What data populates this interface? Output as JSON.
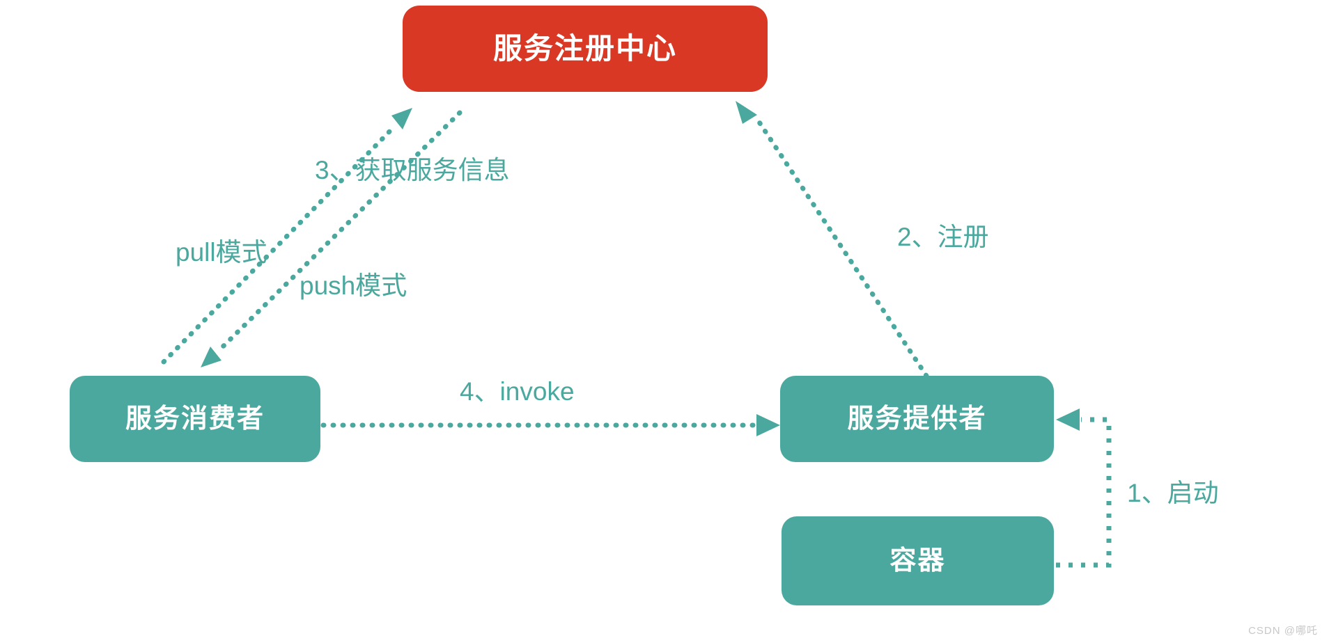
{
  "diagram": {
    "title": "服务注册中心架构图",
    "colors": {
      "registry_red": "#d93825",
      "node_teal": "#4aa89e",
      "edge_teal": "#4aa89e",
      "background": "#ffffff",
      "watermark_gray": "#c8c8c8"
    },
    "nodes": [
      {
        "id": "registry",
        "label": "服务注册中心"
      },
      {
        "id": "consumer",
        "label": "服务消费者"
      },
      {
        "id": "provider",
        "label": "服务提供者"
      },
      {
        "id": "container",
        "label": "容器"
      }
    ],
    "edges": [
      {
        "id": "start",
        "label": "1、启动",
        "from": "container",
        "to": "provider"
      },
      {
        "id": "register",
        "label": "2、注册",
        "from": "provider",
        "to": "registry"
      },
      {
        "id": "get-service",
        "label": "3、获取服务信息",
        "from": "consumer",
        "to": "registry"
      },
      {
        "id": "pull",
        "label": "pull模式",
        "from": "consumer",
        "to": "registry"
      },
      {
        "id": "push",
        "label": "push模式",
        "from": "registry",
        "to": "consumer"
      },
      {
        "id": "invoke",
        "label": "4、invoke",
        "from": "consumer",
        "to": "provider"
      }
    ]
  },
  "watermark": {
    "text": "CSDN @哪吒"
  }
}
